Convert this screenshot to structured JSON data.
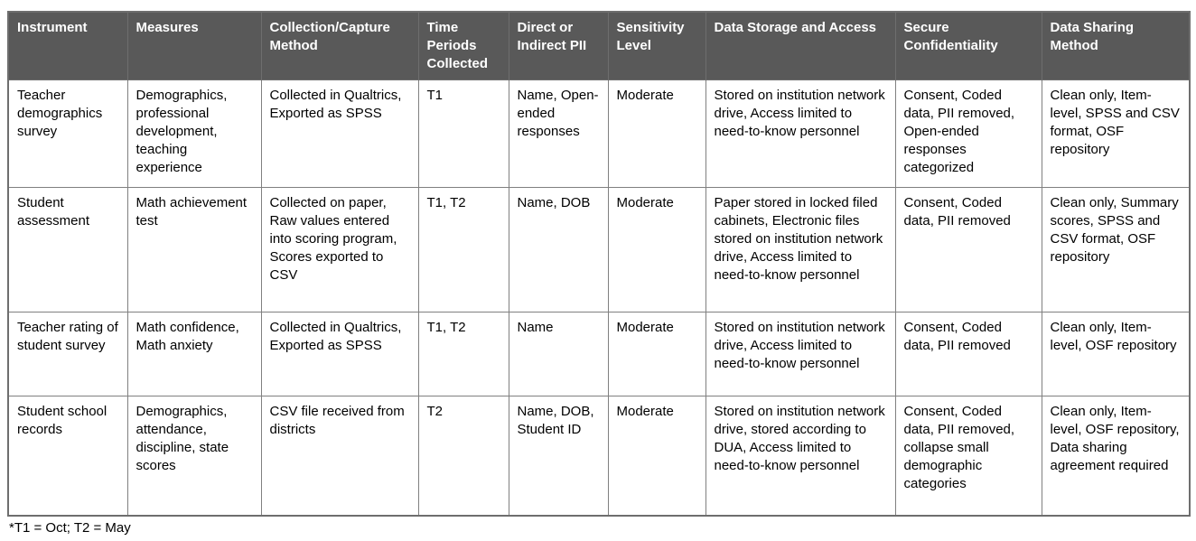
{
  "table": {
    "columns": [
      "Instrument",
      "Measures",
      "Collection/Capture Method",
      "Time Periods Collected",
      "Direct or Indirect PII",
      "Sensitivity Level",
      "Data Storage and Access",
      "Secure Confidentiality",
      "Data Sharing Method"
    ],
    "rows": [
      [
        "Teacher demographics survey",
        "Demographics, professional development, teaching experience",
        "Collected in Qualtrics, Exported as SPSS",
        "T1",
        "Name, Open-ended responses",
        "Moderate",
        "Stored on institution network drive, Access limited to need-to-know personnel",
        "Consent, Coded data, PII removed, Open-ended responses categorized",
        "Clean only, Item-level, SPSS and CSV format, OSF repository"
      ],
      [
        "Student assessment",
        "Math achievement test",
        "Collected on paper, Raw values entered into scoring program, Scores exported to CSV",
        "T1, T2",
        "Name, DOB",
        "Moderate",
        "Paper stored in locked filed cabinets, Electronic files stored on institution network drive, Access limited to need-to-know personnel",
        "Consent, Coded data, PII removed",
        "Clean only, Summary scores, SPSS and CSV format, OSF repository"
      ],
      [
        "Teacher rating of student survey",
        "Math confidence, Math anxiety",
        "Collected in Qualtrics, Exported as SPSS",
        "T1, T2",
        "Name",
        "Moderate",
        "Stored on institution network drive, Access limited to need-to-know personnel",
        "Consent, Coded data, PII removed",
        "Clean only, Item-level, OSF repository"
      ],
      [
        "Student school records",
        "Demographics, attendance, discipline, state scores",
        "CSV file received from districts",
        "T2",
        "Name, DOB, Student ID",
        "Moderate",
        "Stored on institution network drive, stored according to DUA, Access limited to need-to-know personnel",
        "Consent, Coded data, PII removed, collapse small demographic categories",
        "Clean only, Item-level, OSF repository, Data sharing agreement required"
      ]
    ],
    "footnote": "*T1 = Oct; T2 = May"
  },
  "colors": {
    "header_bg": "#595959",
    "header_text": "#ffffff",
    "border": "#808080",
    "body_text": "#000000"
  }
}
